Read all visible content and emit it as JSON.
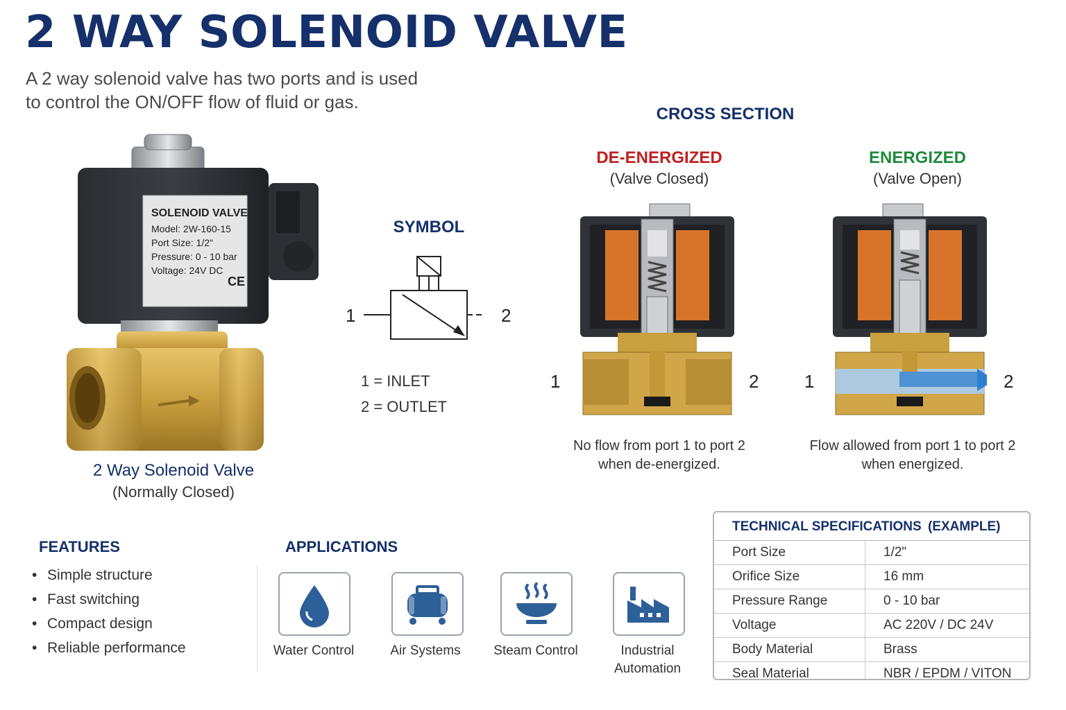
{
  "header": {
    "title": "2 WAY SOLENOID VALVE",
    "subtitle_line1": "A 2 way solenoid valve has two ports and is used",
    "subtitle_line2": "to control the ON/OFF flow of fluid or gas."
  },
  "product": {
    "label_title": "SOLENOID VALVE",
    "label_model": "Model: 2W-160-15",
    "label_port": "Port Size: 1/2\"",
    "label_pressure": "Pressure: 0 - 10 bar",
    "label_voltage": "Voltage: 24V DC",
    "label_ce": "CE",
    "caption_name": "2 Way Solenoid Valve",
    "caption_type": "(Normally Closed)"
  },
  "symbol": {
    "heading": "SYMBOL",
    "port1": "1",
    "port2": "2",
    "legend1": "1 = INLET",
    "legend2": "2 = OUTLET"
  },
  "cross_section": {
    "heading": "CROSS SECTION",
    "de_energized": {
      "state": "DE-ENERGIZED",
      "sub": "(Valve Closed)",
      "port1": "1",
      "port2": "2",
      "caption1": "No flow from port 1 to port 2",
      "caption2": "when de-energized."
    },
    "energized": {
      "state": "ENERGIZED",
      "sub": "(Valve Open)",
      "port1": "1",
      "port2": "2",
      "caption1": "Flow allowed from port 1 to port 2",
      "caption2": "when energized."
    }
  },
  "features": {
    "heading": "FEATURES",
    "items": [
      "Simple structure",
      "Fast switching",
      "Compact design",
      "Reliable performance"
    ]
  },
  "applications": {
    "heading": "APPLICATIONS",
    "items": [
      {
        "label": "Water Control",
        "icon": "water-drop-icon"
      },
      {
        "label": "Air Systems",
        "icon": "air-compressor-icon"
      },
      {
        "label": "Steam Control",
        "icon": "steam-bowl-icon"
      },
      {
        "label_line1": "Industrial",
        "label_line2": "Automation",
        "icon": "factory-icon"
      }
    ]
  },
  "specs": {
    "heading": "TECHNICAL SPECIFICATIONS",
    "heading_note": "(EXAMPLE)",
    "rows": [
      {
        "key": "Port Size",
        "value": "1/2\""
      },
      {
        "key": "Orifice Size",
        "value": "16 mm"
      },
      {
        "key": "Pressure Range",
        "value": "0 - 10 bar"
      },
      {
        "key": "Voltage",
        "value": "AC 220V / DC 24V"
      },
      {
        "key": "Body Material",
        "value": "Brass"
      },
      {
        "key": "Seal Material",
        "value": "NBR / EPDM / VITON"
      }
    ]
  },
  "colors": {
    "navy": "#15306a",
    "red": "#c0201f",
    "green": "#1f8a3c",
    "brass": "#c9a040",
    "coil": "#d8742a",
    "flow": "#2f7fd0",
    "icon_blue": "#2d5f99"
  }
}
